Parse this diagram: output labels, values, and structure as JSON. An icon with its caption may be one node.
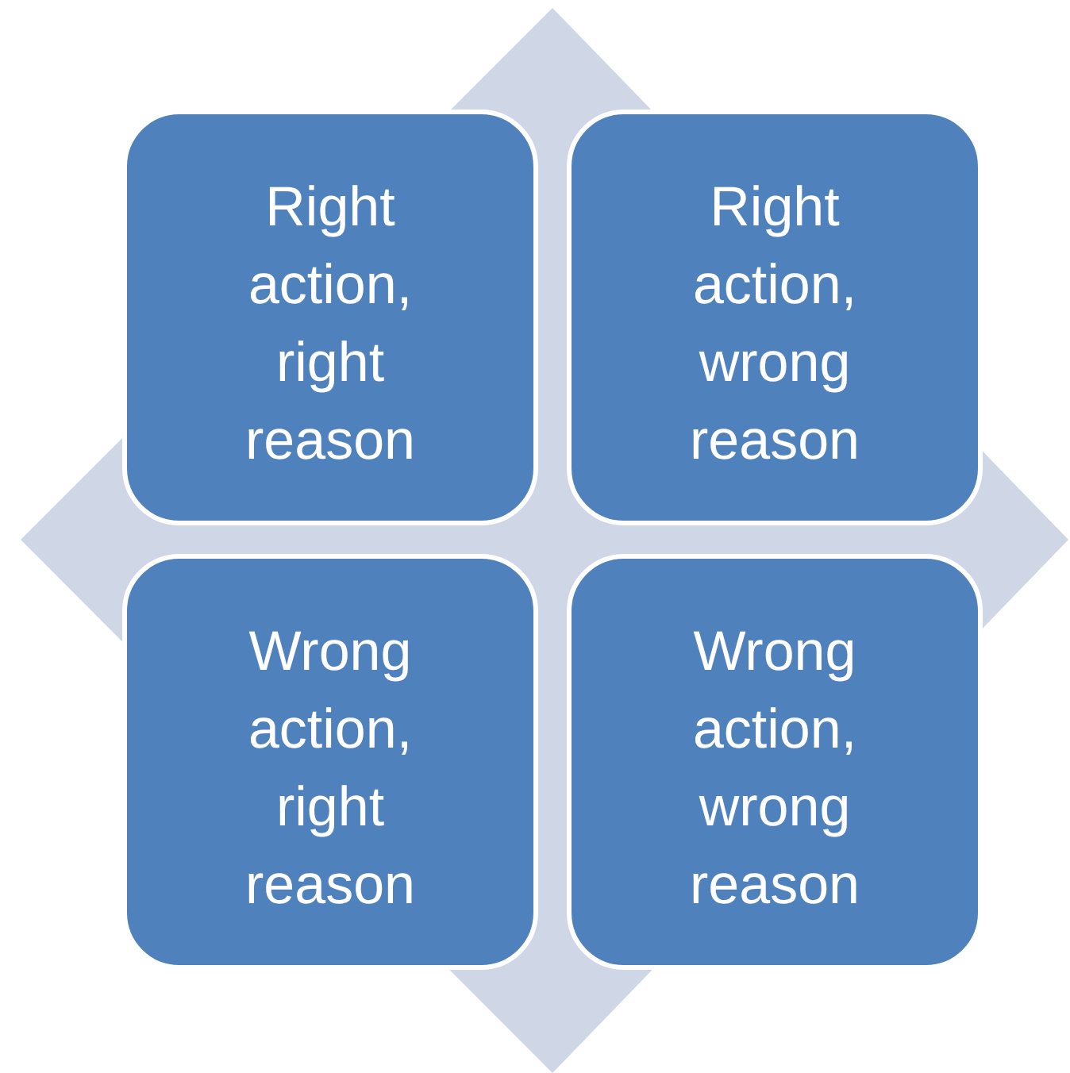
{
  "diagram": {
    "nodes": [
      {
        "text": [
          "Right action, right reason"
        ]
      },
      {
        "text": [
          "Right action, wrong reason"
        ]
      },
      {
        "text": [
          "Wrong action, right reason"
        ]
      },
      {
        "text": [
          "Wrong action, wrong reason"
        ]
      }
    ]
  }
}
